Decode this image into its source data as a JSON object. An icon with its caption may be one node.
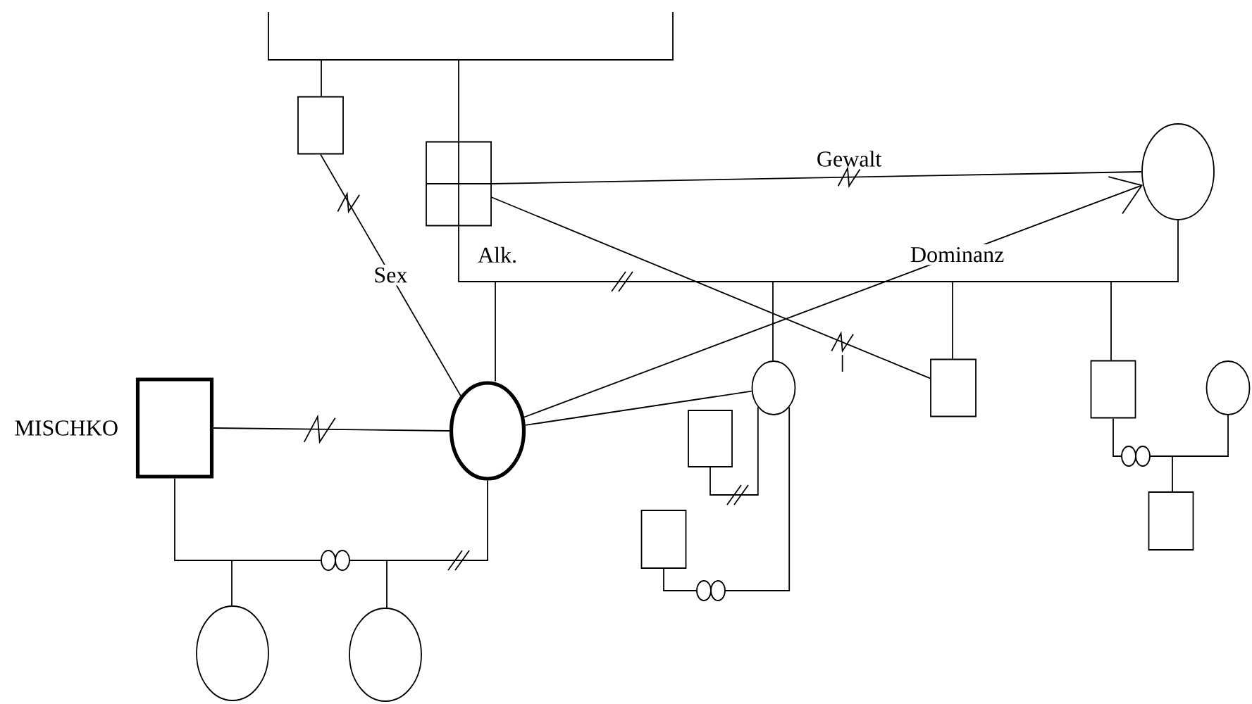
{
  "diagram": {
    "nodes": [
      {
        "text": [],
        "shape": "box"
      },
      {
        "text": [],
        "shape": "box"
      },
      {
        "text": [],
        "shape": "circle"
      },
      {
        "text": [],
        "shape": "box",
        "beside": [
          "MISCHKO"
        ]
      },
      {
        "text": [],
        "shape": "circle"
      },
      {
        "text": [],
        "shape": "circle"
      },
      {
        "text": [],
        "shape": "box"
      },
      {
        "text": [],
        "shape": "box"
      },
      {
        "text": [],
        "shape": "circle"
      },
      {
        "text": [],
        "shape": "box"
      },
      {
        "text": [],
        "shape": "box"
      },
      {
        "text": [],
        "shape": "box"
      },
      {
        "text": [],
        "shape": "circle"
      },
      {
        "text": [],
        "shape": "circle"
      }
    ],
    "edges": [
      {
        "from": null,
        "to": 0,
        "arrow": "none"
      },
      {
        "from": null,
        "to": 1,
        "arrow": "none"
      },
      {
        "from": 1,
        "to": 2,
        "arrow": "none"
      },
      {
        "from": null,
        "to": 4,
        "arrow": "none"
      },
      {
        "from": null,
        "to": 5,
        "arrow": "none"
      },
      {
        "from": null,
        "to": 6,
        "arrow": "none"
      },
      {
        "from": null,
        "to": 7,
        "arrow": "none"
      },
      {
        "from": 0,
        "to": 4,
        "arrow": "none",
        "label": "Sex"
      },
      {
        "from": 1,
        "to": 6,
        "arrow": "none"
      },
      {
        "from": 1,
        "to": 2,
        "arrow": "none",
        "label": "Gewalt"
      },
      {
        "from": 4,
        "to": 2,
        "arrow": "to",
        "label": "Dominanz"
      },
      {
        "from": 3,
        "to": 4,
        "arrow": "none"
      },
      {
        "from": 4,
        "to": 5,
        "arrow": "none"
      },
      {
        "from": 3,
        "to": 4,
        "arrow": "none"
      },
      {
        "from": null,
        "to": 12,
        "arrow": "none"
      },
      {
        "from": null,
        "to": 13,
        "arrow": "none"
      },
      {
        "from": 9,
        "to": 5,
        "arrow": "none"
      },
      {
        "from": 10,
        "to": 5,
        "arrow": "none"
      },
      {
        "from": 7,
        "to": 8,
        "arrow": "none"
      },
      {
        "from": null,
        "to": 11,
        "arrow": "none"
      }
    ],
    "labels": [
      "Alk."
    ]
  }
}
